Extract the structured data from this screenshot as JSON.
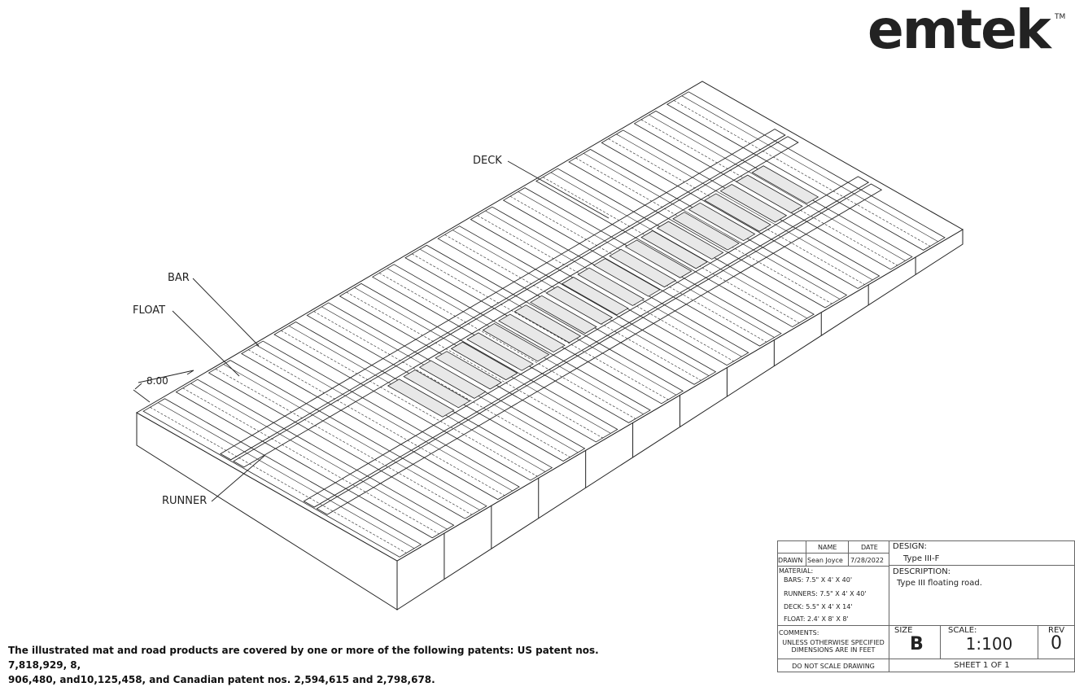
{
  "brand": {
    "logo_text": "emtek",
    "trademark": "TM"
  },
  "callouts": {
    "deck": "DECK",
    "bar": "BAR",
    "float": "FLOAT",
    "runner": "RUNNER",
    "dimension": "8.00"
  },
  "patent_notice": {
    "line1": "The illustrated mat and road products are covered by one or more of the following patents: US patent nos. 7,818,929, 8,",
    "line2": "906,480, and10,125,458, and Canadian patent nos. 2,594,615 and 2,798,678."
  },
  "title_block": {
    "name_header": "NAME",
    "date_header": "DATE",
    "drawn_label": "DRAWN",
    "drawn_name": "Sean Joyce",
    "drawn_date": "7/28/2022",
    "material_label": "MATERIAL:",
    "materials": [
      "BARS: 7.5\" X 4' X 40'",
      "RUNNERS: 7.5\" X 4' X 40'",
      "DECK: 5.5\" X 4' X 14'",
      "FLOAT: 2.4' X 8' X 8'"
    ],
    "comments_label": "COMMENTS:",
    "comments_line1": "UNLESS OTHERWISE SPECIFIED",
    "comments_line2": "DIMENSIONS ARE IN FEET",
    "do_not_scale": "DO NOT SCALE DRAWING",
    "design_label": "DESIGN:",
    "design_value": "Type III-F",
    "description_label": "DESCRIPTION:",
    "description_value": "Type III floating road.",
    "size_label": "SIZE",
    "size_value": "B",
    "scale_label": "SCALE:",
    "scale_value": "1:100",
    "rev_label": "REV",
    "rev_value": "0",
    "sheet": "SHEET 1 OF 1"
  }
}
